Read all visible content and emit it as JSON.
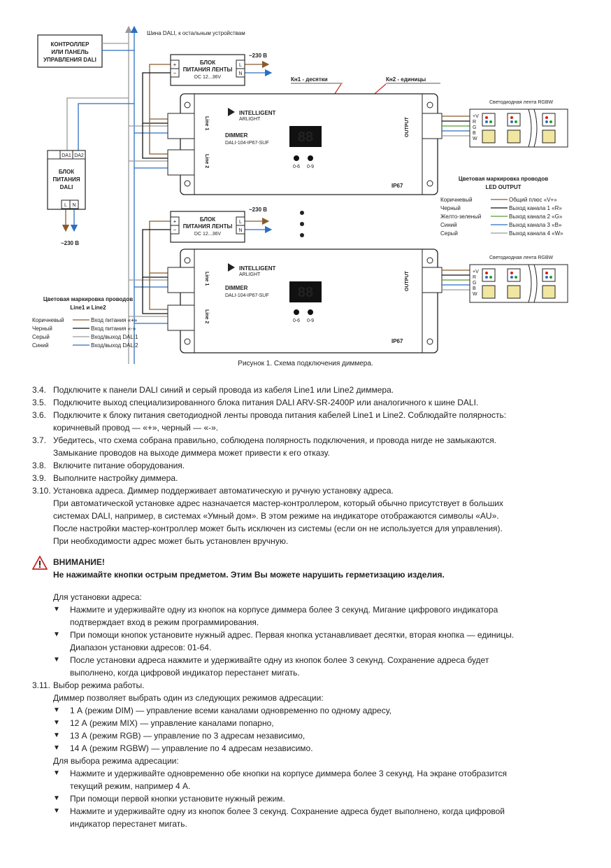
{
  "diagram": {
    "controller_label": [
      "КОНТРОЛЛЕР",
      "ИЛИ ПАНЕЛЬ",
      "УПРАВЛЕНИЯ DALI"
    ],
    "dali_bus_label": "Шина DALI, к остальным устройствам",
    "mains_label_1": "~230 В",
    "mains_label_2": "~230 В",
    "mains_label_3": "~230 В",
    "psu_title": [
      "БЛОК",
      "ПИТАНИЯ ЛЕНТЫ"
    ],
    "psu_voltage": "DC 12...36V",
    "psu_terminals": {
      "plus": "+",
      "minus": "−",
      "l": "L",
      "n": "N"
    },
    "dali_psu_title": [
      "БЛОК",
      "ПИТАНИЯ",
      "DALI"
    ],
    "dali_psu_terminals": [
      "DA1",
      "DA2",
      "L",
      "N"
    ],
    "button1_label": "Кн1 - десятки",
    "button2_label": "Кн2 - единицы",
    "brand": "INTELLIGENT",
    "brand_sub": "ARLIGHT",
    "dimmer_title": "DIMMER",
    "dimmer_model": "DALI-104-IP67-SUF",
    "ip_rating": "IP67",
    "line1": "Line 1",
    "line2": "Line 2",
    "output": "OUTPUT",
    "btn_06": "0-6",
    "btn_09": "0-9",
    "strip_label": "Светодиодная лента RGBW",
    "strip_pins": [
      "+V",
      "R",
      "G",
      "B",
      "W"
    ],
    "led_output_title": [
      "Цветовая маркировка проводов",
      "LED OUTPUT"
    ],
    "led_output_legend": [
      {
        "color_name": "Коричневый",
        "meaning": "Общий плюс «V+»",
        "color": "#8b5a2b"
      },
      {
        "color_name": "Черный",
        "meaning": "Выход канала 1 «R»",
        "color": "#111111"
      },
      {
        "color_name": "Желто-зеленый",
        "meaning": "Выход канала 2 «G»",
        "color": "#5a9a2a"
      },
      {
        "color_name": "Синий",
        "meaning": "Выход канала 3 «B»",
        "color": "#2a6fc2"
      },
      {
        "color_name": "Серый",
        "meaning": "Выход канала 4 «W»",
        "color": "#999999"
      }
    ],
    "line_legend_title": [
      "Цветовая маркировка проводов",
      "Line1 и Line2"
    ],
    "line_legend": [
      {
        "color_name": "Коричневый",
        "meaning": "Вход питания «+»",
        "color": "#8b5a2b"
      },
      {
        "color_name": "Черный",
        "meaning": "Вход питания «-»",
        "color": "#111111"
      },
      {
        "color_name": "Серый",
        "meaning": "Вход/выход DALI1",
        "color": "#999999"
      },
      {
        "color_name": "Синий",
        "meaning": "Вход/выход DALI2",
        "color": "#2a6fc2"
      }
    ]
  },
  "caption": "Рисунок 1. Схема подключения диммера.",
  "steps": [
    {
      "num": "3.4.",
      "lines": [
        "Подключите к панели DALI синий и серый провода из кабеля Line1 или Line2 диммера."
      ]
    },
    {
      "num": "3.5.",
      "lines": [
        "Подключите выход специализированного блока питания DALI ARV-SR-2400P или аналогичного к шине DALI."
      ]
    },
    {
      "num": "3.6.",
      "lines": [
        "Подключите к блоку питания светодиодной ленты провода питания кабелей Line1 и Line2. Соблюдайте полярность:",
        "коричневый провод — «+», черный — «-»."
      ]
    },
    {
      "num": "3.7.",
      "lines": [
        "Убедитесь, что схема собрана правильно, соблюдена полярность подключения, и провода нигде не замыкаются.",
        "Замыкание проводов на выходе диммера может привести к его отказу."
      ]
    },
    {
      "num": "3.8.",
      "lines": [
        "Включите питание оборудования."
      ]
    },
    {
      "num": "3.9.",
      "lines": [
        "Выполните настройку диммера."
      ]
    },
    {
      "num": "3.10.",
      "lines": [
        "Установка адреса. Диммер поддерживает автоматическую и ручную установку адреса.",
        "При автоматической установке адрес назначается мастер-контроллером, который обычно присутствует в больших",
        "системах DALI, например, в системах «Умный дом». В этом режиме на индикаторе отображаются символы «AU».",
        "После настройки мастер-контроллер может быть исключен из системы (если он не используется для управления).",
        "При необходимости адрес может быть установлен вручную."
      ]
    }
  ],
  "warning": {
    "title": "ВНИМАНИЕ!",
    "text": "Не нажимайте кнопки острым предметом. Этим Вы можете нарушить герметизацию изделия."
  },
  "address_intro": "Для установки адреса:",
  "address_bullets": [
    [
      "Нажмите и удерживайте одну из кнопок на корпусе диммера более 3 секунд. Мигание цифрового индикатора",
      "подтверждает вход в режим программирования."
    ],
    [
      "При помощи кнопок установите нужный адрес. Первая кнопка устанавливает десятки, вторая кнопка — единицы.",
      "Диапазон установки адресов: 01-64."
    ],
    [
      "После установки адреса нажмите и удерживайте одну из кнопок более 3 секунд. Сохранение адреса будет",
      "выполнено, когда цифровой индикатор перестанет мигать."
    ]
  ],
  "step_311": {
    "num": "3.11.",
    "text": "Выбор режима работы."
  },
  "mode_intro": "Диммер позволяет выбрать один из следующих режимов адресации:",
  "mode_bullets": [
    "1 А (режим DIM) — управление всеми каналами одновременно по одному адресу,",
    "12 А (режим MIX) — управление каналами попарно,",
    "13 А (режим RGB) — управление по 3 адресам независимо,",
    "14 А (режим RGBW) — управление по 4 адресам независимо."
  ],
  "mode_select_intro": "Для выбора режима адресации:",
  "mode_select_bullets": [
    [
      "Нажмите и удерживайте одновременно обе кнопки на корпусе диммера более 3 секунд. На экране отобразится",
      "текущий режим, например 4 А."
    ],
    [
      "При помощи первой кнопки установите нужный режим."
    ],
    [
      "Нажмите и удерживайте одну из кнопок более 3 секунд. Сохранение адреса будет выполнено, когда цифровой",
      "индикатор перестанет мигать."
    ]
  ],
  "bullet_marker": "▼",
  "colors": {
    "brown": "#8b5a2b",
    "blue": "#2a6fc2",
    "gray": "#9a9a9a",
    "black": "#111111",
    "red_arrow": "#c62828",
    "led_red": "#d42020"
  }
}
